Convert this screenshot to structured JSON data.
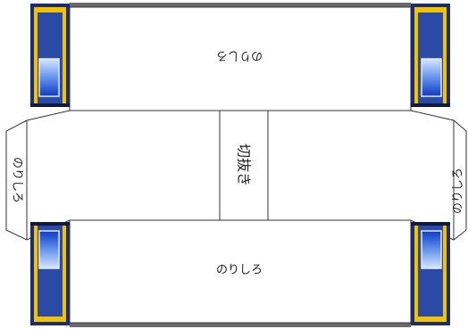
{
  "colors": {
    "outline": "#333333",
    "car_body": "#1c2d6e",
    "car_body_light": "#2b4aa6",
    "car_stripe": "#f2c200",
    "car_window_top": "#0d3bc4",
    "car_window_bottom": "#cfe0ff",
    "edge_bar": "#6a6a6a"
  },
  "panels": {
    "top_flap_label": "のりしろ",
    "bottom_flap_label": "のりしろ",
    "left_end_label": "のりしろ",
    "right_end_label": "のりしろ",
    "center_cutout_label": "切抜き"
  }
}
